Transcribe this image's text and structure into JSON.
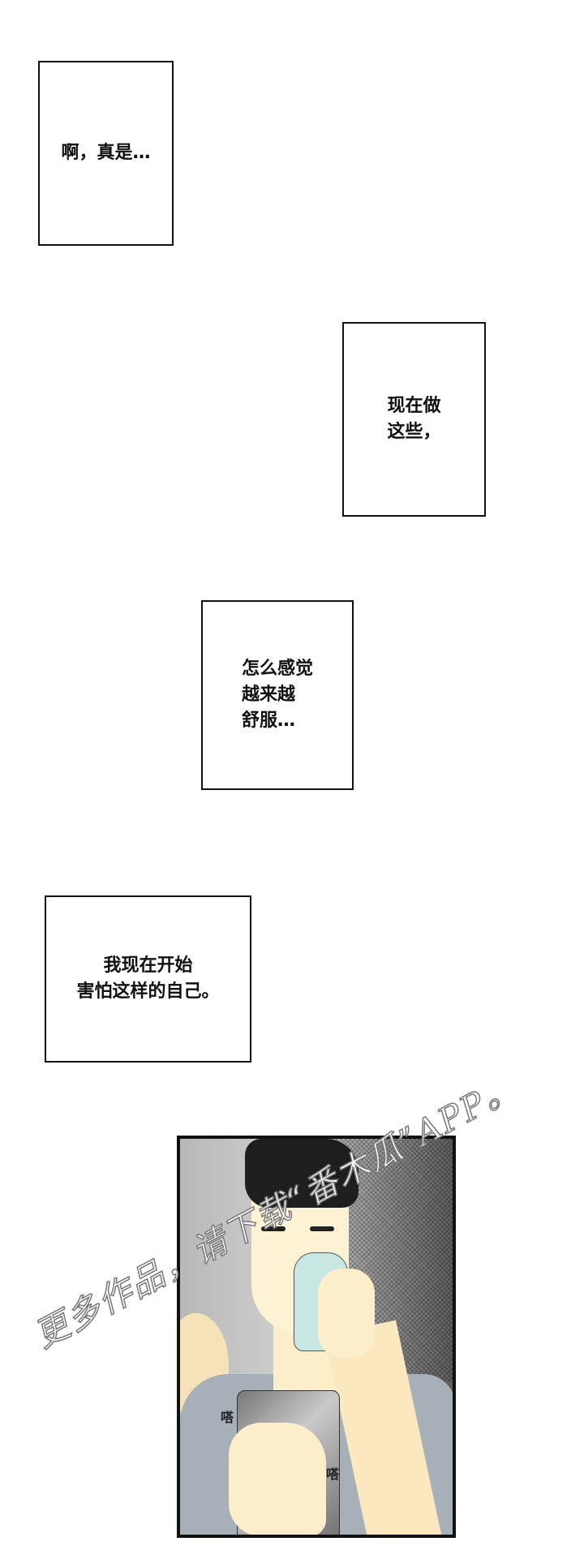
{
  "captions": [
    {
      "text": "啊，真是…"
    },
    {
      "text": "现在做\n这些，"
    },
    {
      "text": "怎么感觉\n越来越\n舒服…"
    },
    {
      "text": "我现在开始\n害怕这样的自己。"
    }
  ],
  "panel": {
    "sfx_1": "嗒",
    "sfx_2": "嗒"
  },
  "watermark": "更多作品，请下载“番木瓜”APP。"
}
